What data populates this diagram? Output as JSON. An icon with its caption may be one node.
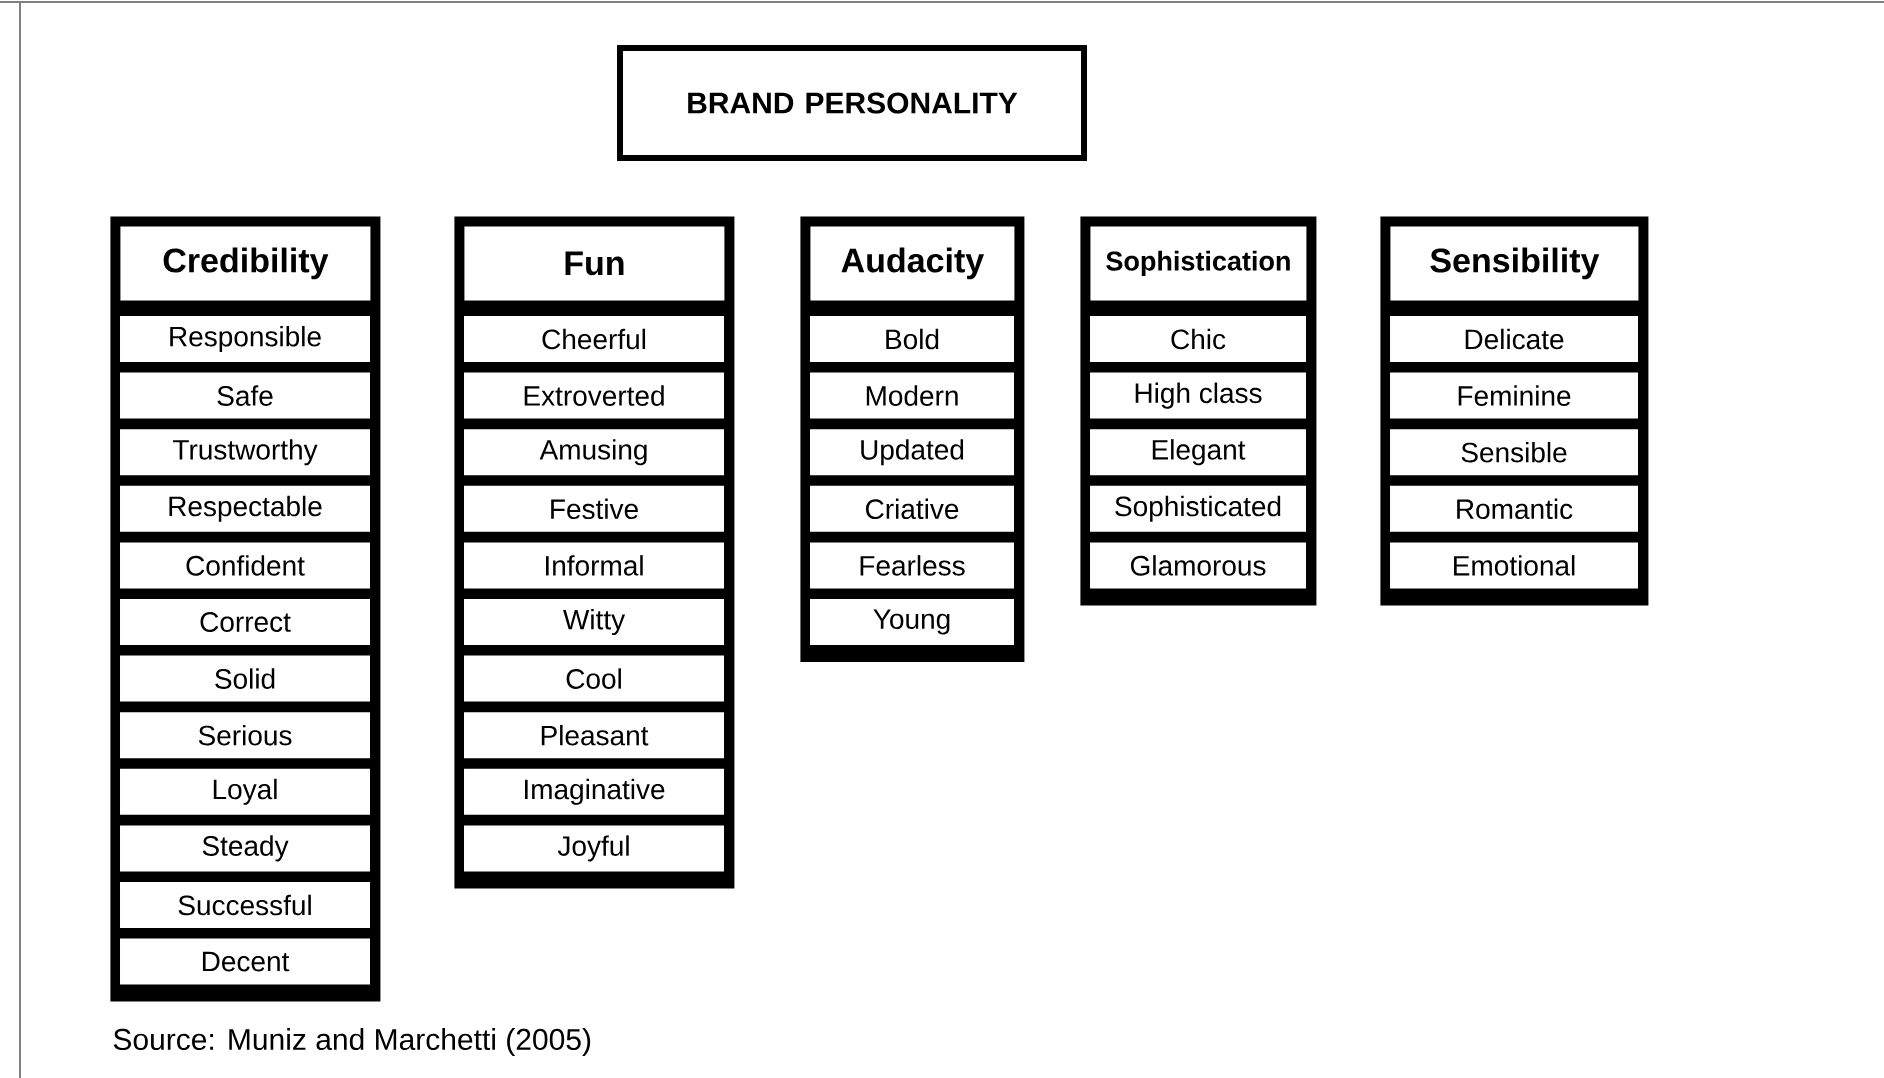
{
  "diagram": {
    "caption": "Source: Muniz and Marchetti (2005)",
    "nodes": [
      {
        "text": [
          "BRAND PERSONALITY"
        ]
      },
      {
        "text": [
          "Credibility"
        ]
      },
      {
        "text": [
          "Responsible"
        ],
        "in": 1
      },
      {
        "text": [
          "Safe"
        ],
        "in": 1
      },
      {
        "text": [
          "Trustworthy"
        ],
        "in": 1
      },
      {
        "text": [
          "Respectable"
        ],
        "in": 1
      },
      {
        "text": [
          "Confident"
        ],
        "in": 1
      },
      {
        "text": [
          "Correct"
        ],
        "in": 1
      },
      {
        "text": [
          "Solid"
        ],
        "in": 1
      },
      {
        "text": [
          "Serious"
        ],
        "in": 1
      },
      {
        "text": [
          "Loyal"
        ],
        "in": 1
      },
      {
        "text": [
          "Steady"
        ],
        "in": 1
      },
      {
        "text": [
          "Successful"
        ],
        "in": 1
      },
      {
        "text": [
          "Decent"
        ],
        "in": 1
      },
      {
        "text": [
          "Fun"
        ]
      },
      {
        "text": [
          "Cheerful"
        ],
        "in": 14
      },
      {
        "text": [
          "Extroverted"
        ],
        "in": 14
      },
      {
        "text": [
          "Amusing"
        ],
        "in": 14
      },
      {
        "text": [
          "Festive"
        ],
        "in": 14
      },
      {
        "text": [
          "Informal"
        ],
        "in": 14
      },
      {
        "text": [
          "Witty"
        ],
        "in": 14
      },
      {
        "text": [
          "Cool"
        ],
        "in": 14
      },
      {
        "text": [
          "Pleasant"
        ],
        "in": 14
      },
      {
        "text": [
          "Imaginative"
        ],
        "in": 14
      },
      {
        "text": [
          "Joyful"
        ],
        "in": 14
      },
      {
        "text": [
          "Audacity"
        ]
      },
      {
        "text": [
          "Bold"
        ],
        "in": 25
      },
      {
        "text": [
          "Modern"
        ],
        "in": 25
      },
      {
        "text": [
          "Updated"
        ],
        "in": 25
      },
      {
        "text": [
          "Criative"
        ],
        "in": 25
      },
      {
        "text": [
          "Fearless"
        ],
        "in": 25
      },
      {
        "text": [
          "Young"
        ],
        "in": 25
      },
      {
        "text": [
          "Sophistication"
        ]
      },
      {
        "text": [
          "Chic"
        ],
        "in": 32
      },
      {
        "text": [
          "High class"
        ],
        "in": 32
      },
      {
        "text": [
          "Elegant"
        ],
        "in": 32
      },
      {
        "text": [
          "Sophisticated"
        ],
        "in": 32
      },
      {
        "text": [
          "Glamorous"
        ],
        "in": 32
      },
      {
        "text": [
          "Sensibility"
        ]
      },
      {
        "text": [
          "Delicate"
        ],
        "in": 38
      },
      {
        "text": [
          "Feminine"
        ],
        "in": 38
      },
      {
        "text": [
          "Sensible"
        ],
        "in": 38
      },
      {
        "text": [
          "Romantic"
        ],
        "in": 38
      },
      {
        "text": [
          "Emotional"
        ],
        "in": 38
      }
    ]
  }
}
